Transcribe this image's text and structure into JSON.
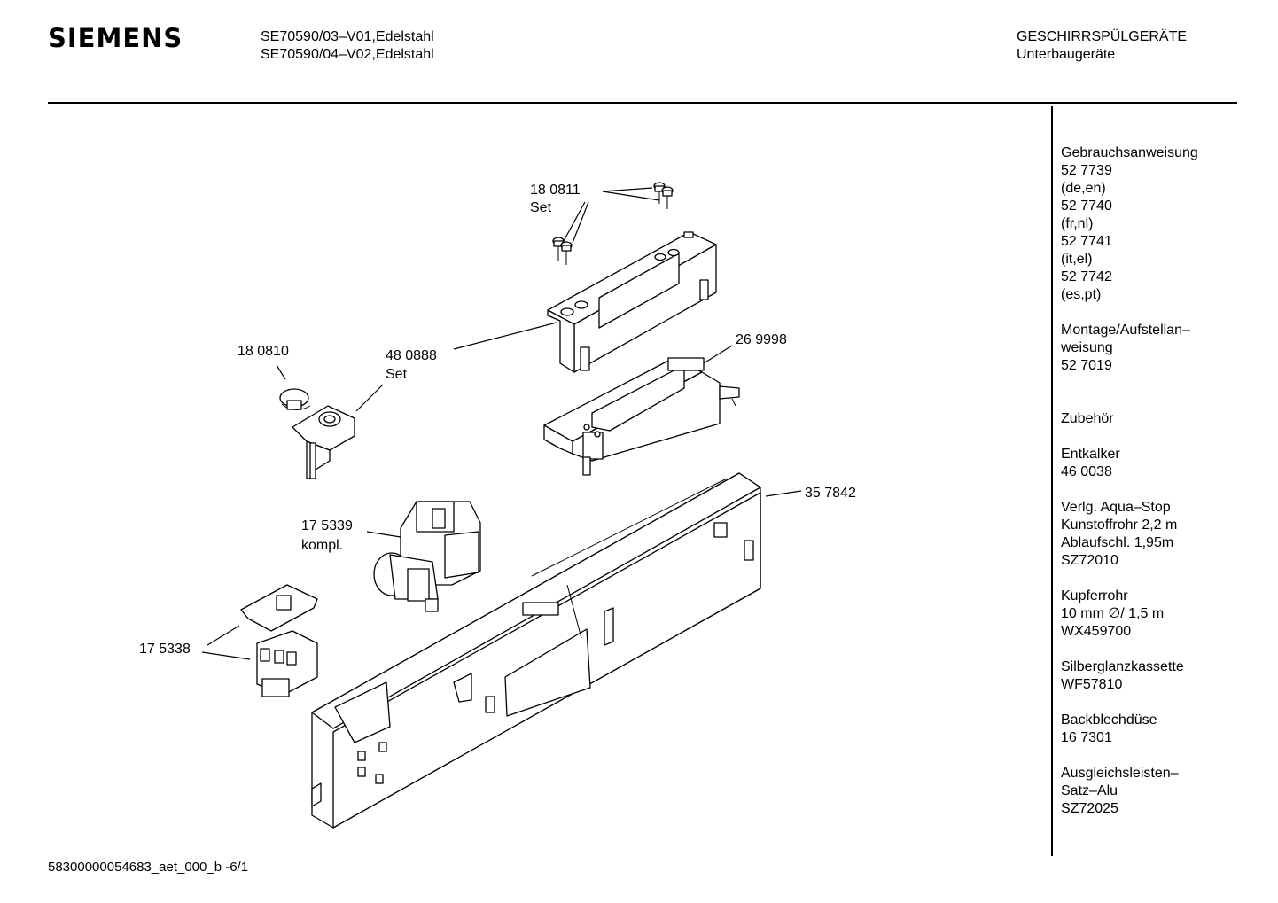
{
  "header": {
    "brand": "SIEMENS",
    "model_line_1": "SE70590/03–V01,Edelstahl",
    "model_line_2": "SE70590/04–V02,Edelstahl",
    "category_line_1": "GESCHIRRSPÜLGERÄTE",
    "category_line_2": "Unterbaugeräte"
  },
  "parts": {
    "p180811": {
      "num": "18 0811",
      "sub": "Set"
    },
    "p480888": {
      "num": "48 0888",
      "sub": "Set"
    },
    "p180810": {
      "num": "18 0810"
    },
    "p269998": {
      "num": "26 9998"
    },
    "p357842": {
      "num": "35 7842"
    },
    "p175339": {
      "num": "17 5339",
      "sub": "kompl."
    },
    "p175338": {
      "num": "17 5338"
    }
  },
  "sidebar": {
    "groups": [
      [
        "Gebrauchsanweisung",
        "52 7739",
        "(de,en)",
        "52 7740",
        "(fr,nl)",
        "52 7741",
        "(it,el)",
        "52 7742",
        "(es,pt)"
      ],
      [
        "Montage/Aufstellan–",
        "weisung",
        "52 7019"
      ],
      [
        "",
        "Zubehör"
      ],
      [
        "Entkalker",
        "46 0038"
      ],
      [
        "Verlg. Aqua–Stop",
        "Kunstoffrohr 2,2 m",
        "Ablaufschl. 1,95m",
        "SZ72010"
      ],
      [
        "Kupferrohr",
        "10 mm ∅/ 1,5 m",
        "WX459700"
      ],
      [
        "Silberglanzkassette",
        "WF57810"
      ],
      [
        "Backblechdüse",
        "16 7301"
      ],
      [
        "Ausgleichsleisten–",
        "Satz–Alu",
        "SZ72025"
      ]
    ]
  },
  "footer": {
    "code": "58300000054683_aet_000_b  -6/1"
  }
}
